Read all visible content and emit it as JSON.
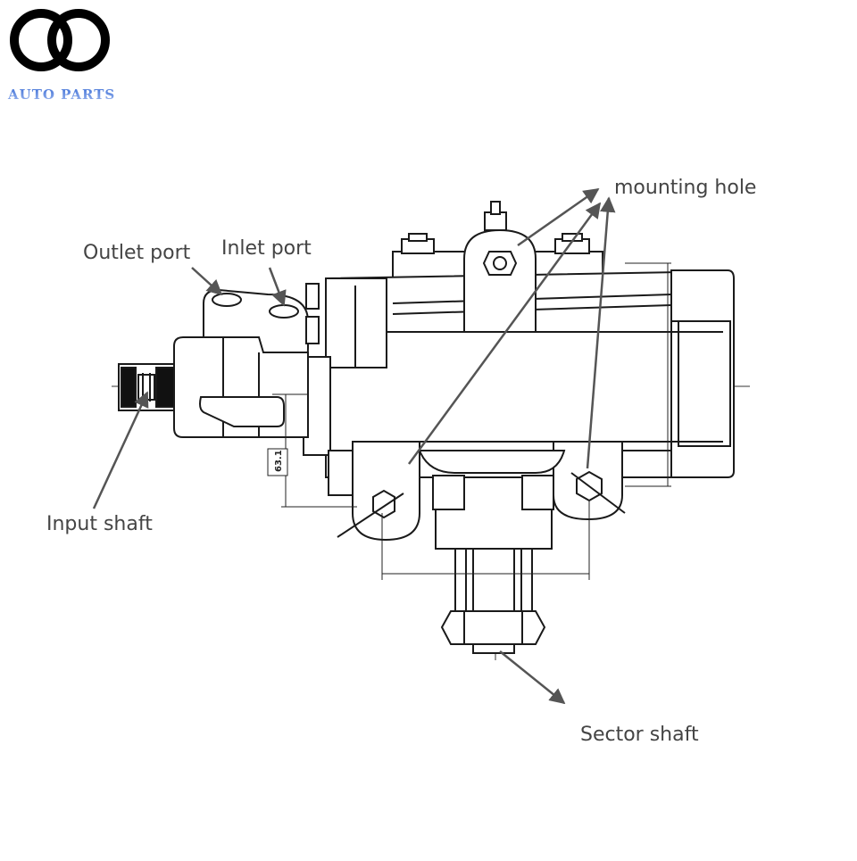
{
  "brand": {
    "logo_text": "AUTO PARTS",
    "logo_color": "#3d6fd6"
  },
  "callouts": {
    "outlet_port": "Outlet port",
    "inlet_port": "Inlet port",
    "mounting_hole": "mounting hole",
    "input_shaft": "Input shaft",
    "sector_shaft": "Sector shaft"
  },
  "dimensions": {
    "height_label": "63.1"
  },
  "colors": {
    "line": "#1a1a1a",
    "arrow": "#555555",
    "label": "#444444"
  }
}
